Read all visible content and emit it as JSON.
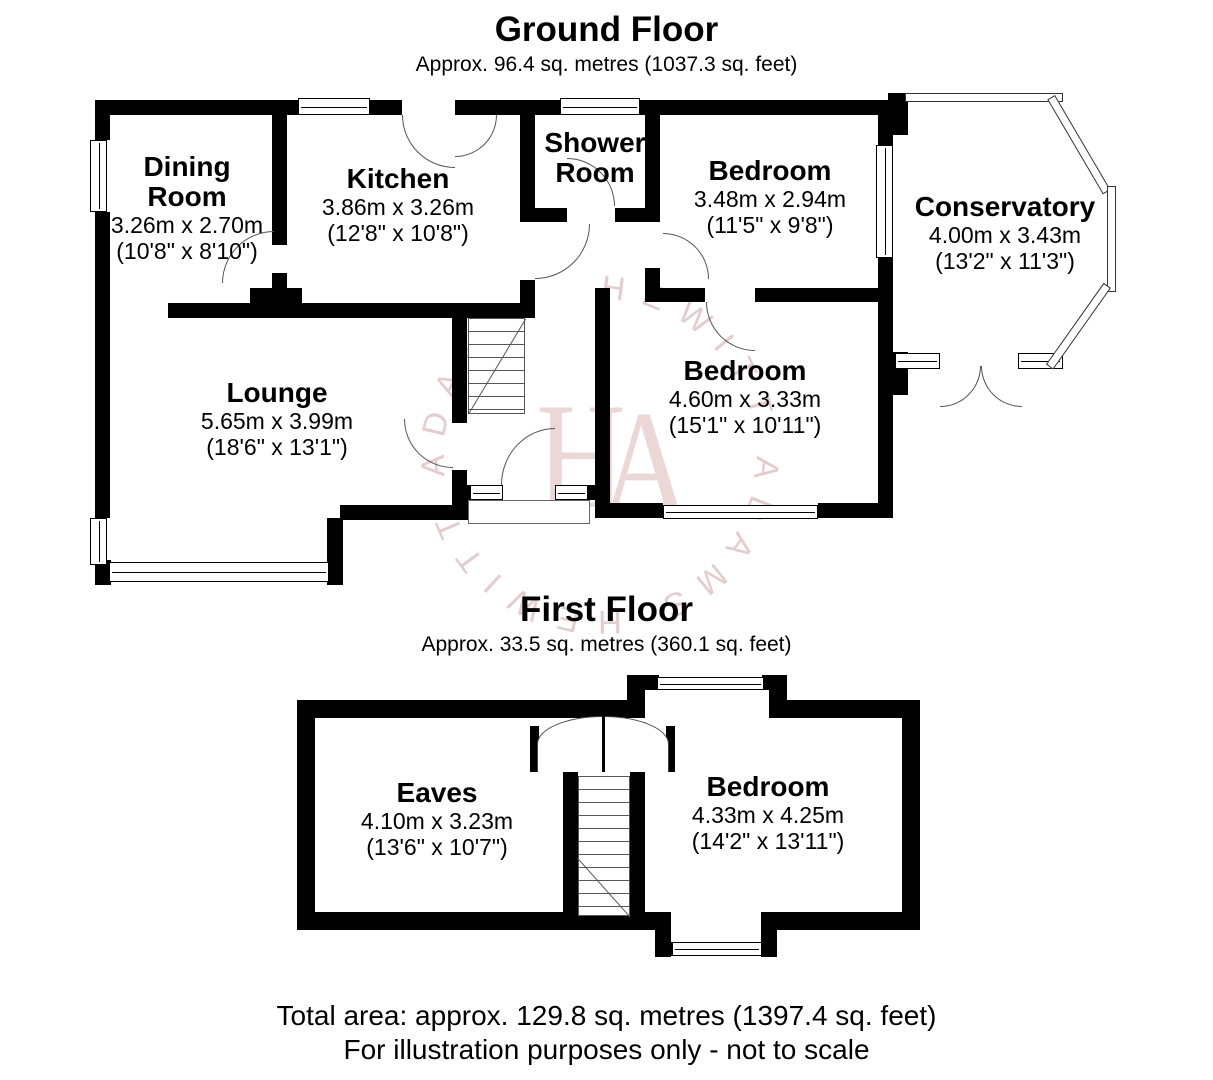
{
  "watermark": {
    "ring_text": "HEWITT ADAMS HEWITT ADAMS ",
    "monogram_h": "H",
    "monogram_a": "A",
    "color_ring": "#dcbcbc",
    "color_monogram": "#e9d1d1"
  },
  "ground_floor": {
    "title": "Ground Floor",
    "area": "Approx. 96.4 sq. metres (1037.3 sq. feet)",
    "rooms": [
      {
        "name": "Dining Room",
        "metric": "3.26m x 2.70m",
        "imperial": "(10'8\" x 8'10\")"
      },
      {
        "name": "Kitchen",
        "metric": "3.86m x 3.26m",
        "imperial": "(12'8\" x 10'8\")"
      },
      {
        "name": "Shower Room",
        "metric": "",
        "imperial": ""
      },
      {
        "name": "Bedroom",
        "metric": "3.48m x 2.94m",
        "imperial": "(11'5\" x 9'8\")"
      },
      {
        "name": "Conservatory",
        "metric": "4.00m x 3.43m",
        "imperial": "(13'2\" x 11'3\")"
      },
      {
        "name": "Lounge",
        "metric": "5.65m x 3.99m",
        "imperial": "(18'6\" x 13'1\")"
      },
      {
        "name": "Bedroom",
        "metric": "4.60m x 3.33m",
        "imperial": "(15'1\" x 10'11\")"
      }
    ]
  },
  "first_floor": {
    "title": "First Floor",
    "area": "Approx. 33.5 sq. metres (360.1 sq. feet)",
    "rooms": [
      {
        "name": "Eaves",
        "metric": "4.10m x 3.23m",
        "imperial": "(13'6\" x 10'7\")"
      },
      {
        "name": "Bedroom",
        "metric": "4.33m x 4.25m",
        "imperial": "(14'2\" x 13'11\")"
      }
    ]
  },
  "footer": {
    "total_area": "Total area: approx. 129.8 sq. metres (1397.4 sq. feet)",
    "disclaimer": "For illustration purposes only - not to scale"
  }
}
